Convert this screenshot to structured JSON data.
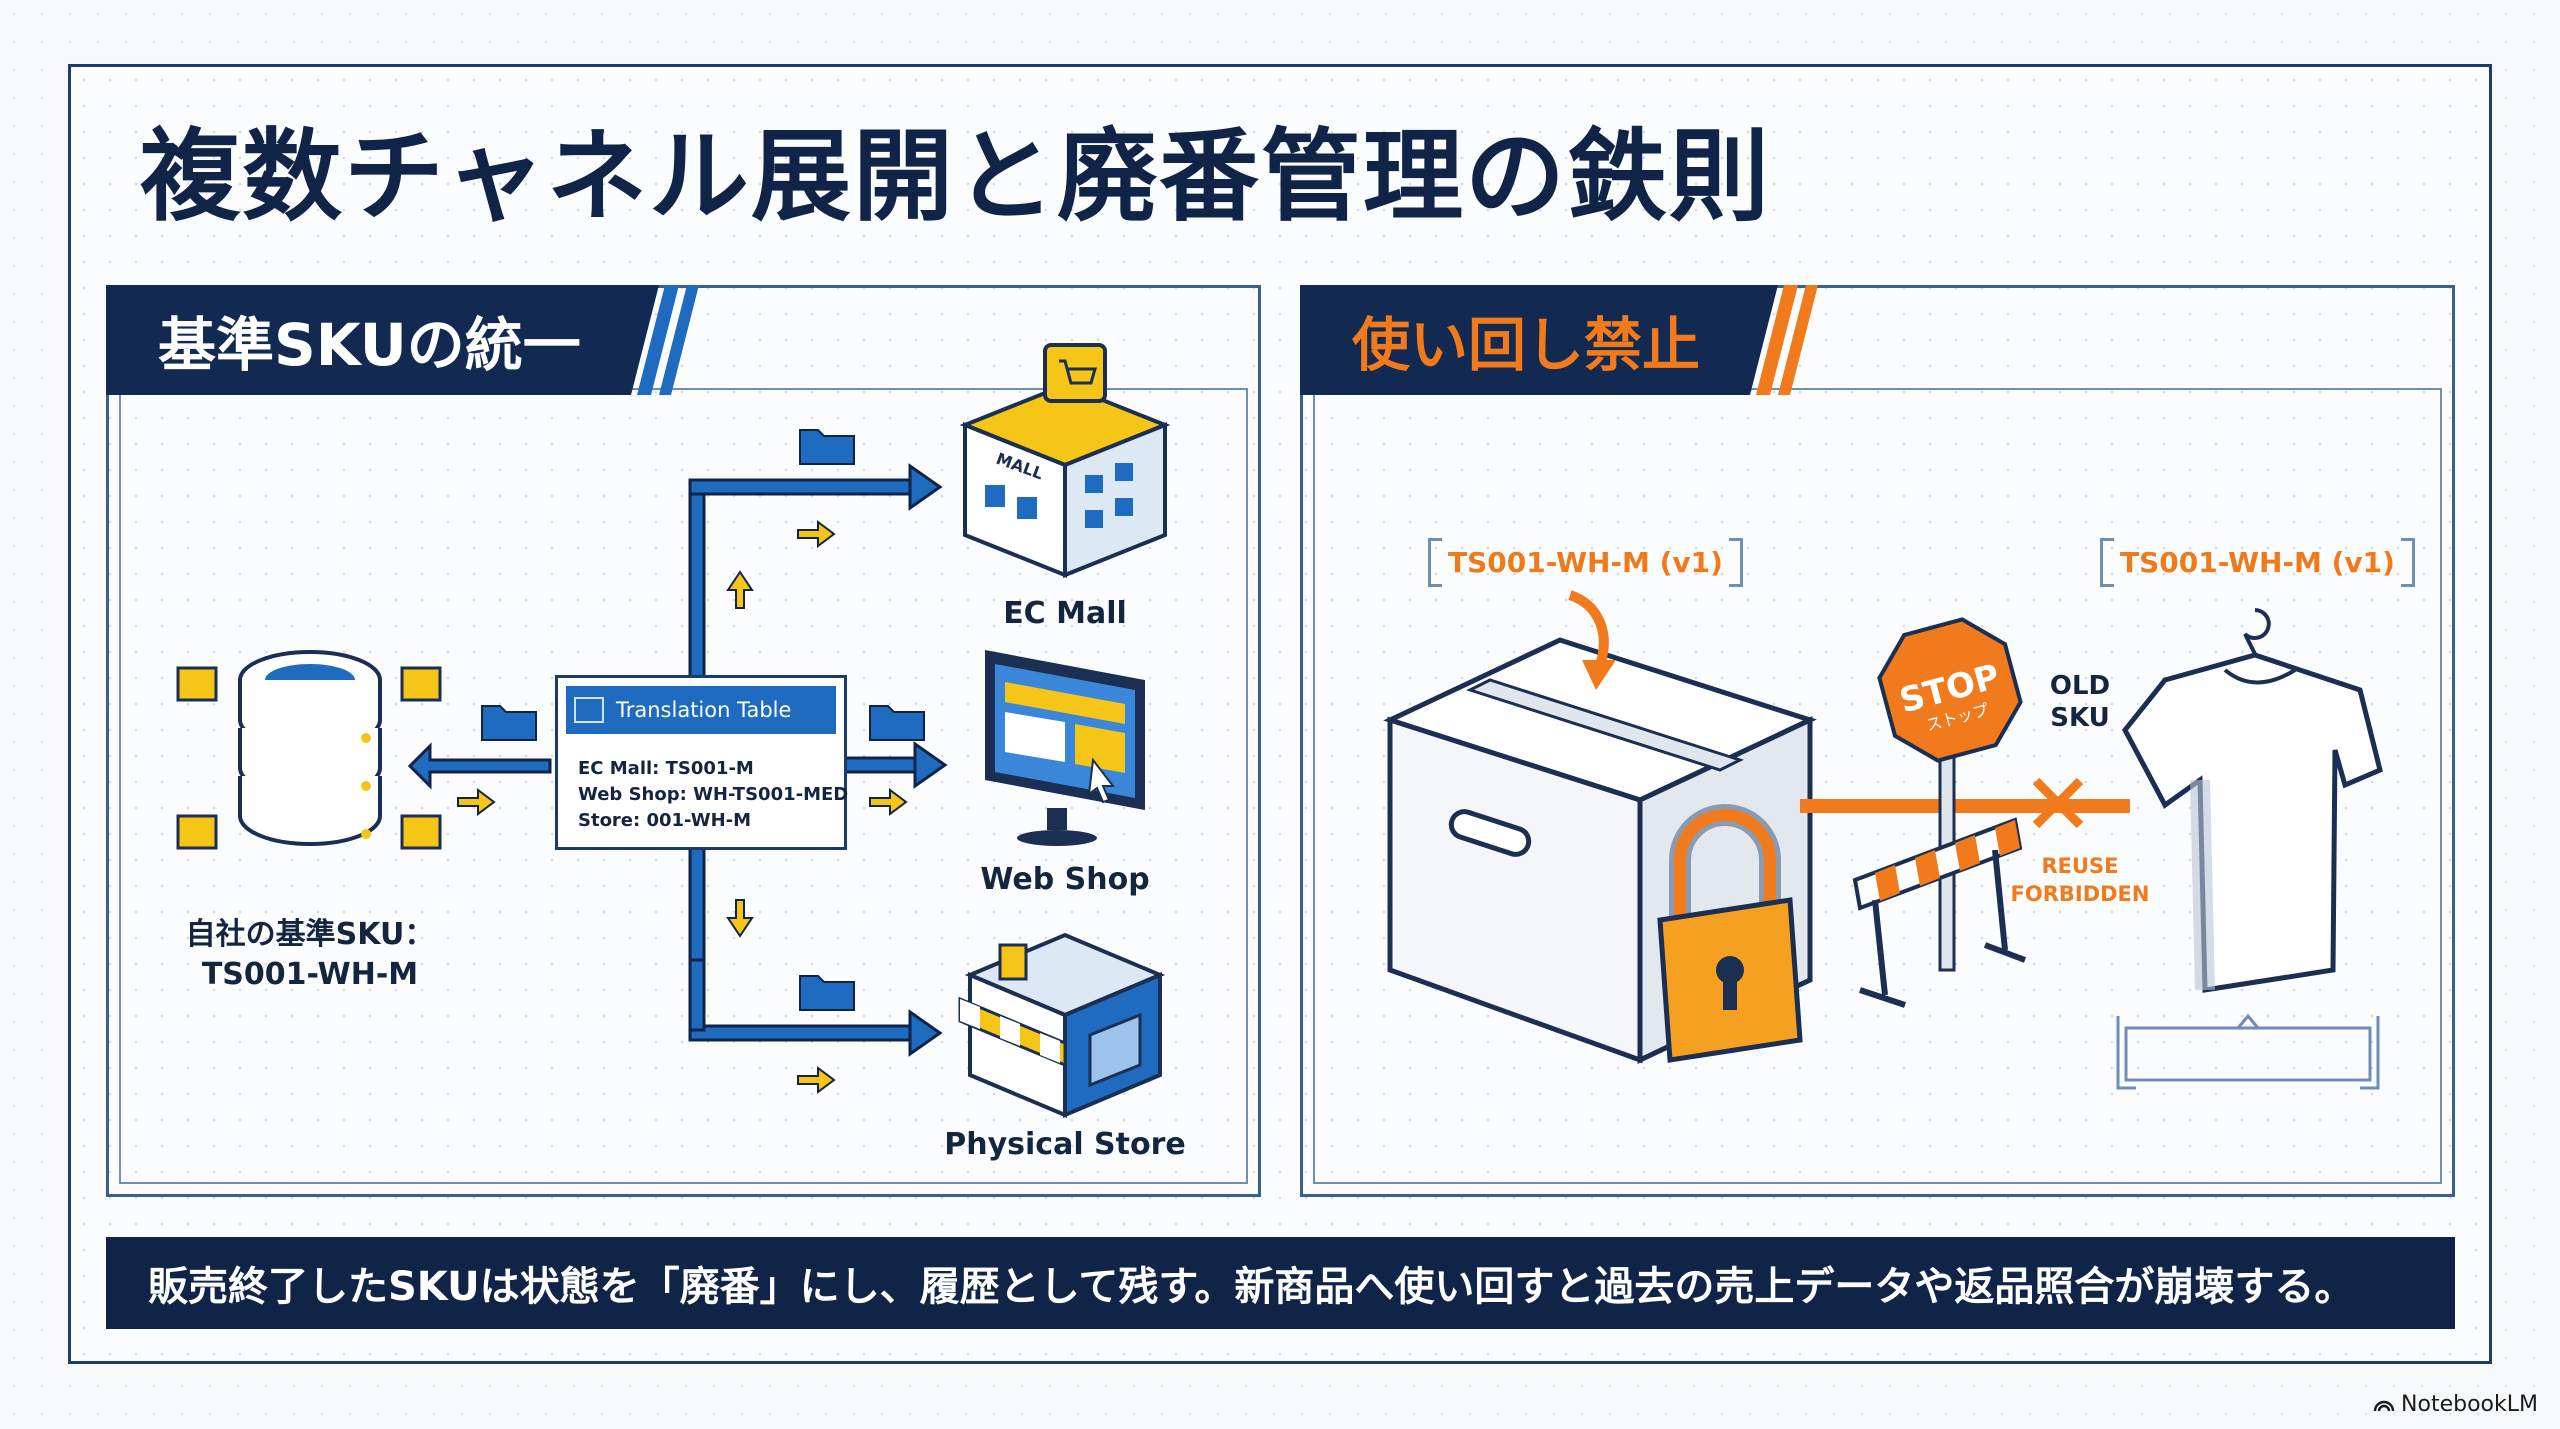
{
  "title": "複数チャネル展開と廃番管理の鉄則",
  "left_panel": {
    "header": "基準SKUの統一",
    "translation_table": {
      "title": "Translation Table",
      "lines": [
        "EC Mall: TS001-M",
        "Web Shop: WH-TS001-MED",
        "Store: 001-WH-M"
      ]
    },
    "base_sku_label_line1": "自社の基準SKU：",
    "base_sku_label_line2": "TS001-WH-M",
    "channels": [
      "EC Mall",
      "Web Shop",
      "Physical Store"
    ],
    "mall_sign": "MALL"
  },
  "right_panel": {
    "header": "使い回し禁止",
    "sku_tag_left": "TS001-WH-M (v1)",
    "sku_tag_right": "TS001-WH-M (v1)",
    "stop_sign": "STOP",
    "stop_sub": "ストップ",
    "old_sku_line1": "OLD",
    "old_sku_line2": "SKU",
    "reuse_line1": "REUSE",
    "reuse_line2": "FORBIDDEN"
  },
  "footer": "販売終了したSKUは状態を「廃番」にし、履歴として残す。新商品へ使い回すと過去の売上データや返品照合が崩壊する。",
  "brand": "NotebookLM",
  "colors": {
    "navy": "#0f2447",
    "blue": "#1f6bc0",
    "orange": "#f07a1c",
    "yellow": "#f5c518"
  }
}
